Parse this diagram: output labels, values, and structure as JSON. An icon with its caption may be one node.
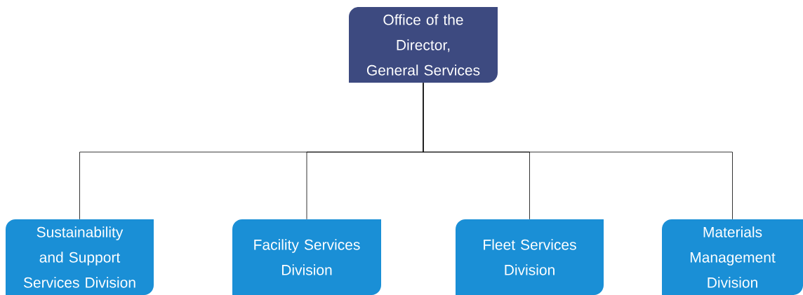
{
  "diagram": {
    "nodes": [
      {
        "text": [
          "Office of the Director, General Services"
        ]
      },
      {
        "text": [
          "Sustainability and Support Services Division"
        ]
      },
      {
        "text": [
          "Facility Services Division"
        ]
      },
      {
        "text": [
          "Fleet Services Division"
        ]
      },
      {
        "text": [
          "Materials Management Division"
        ]
      }
    ],
    "edges": [
      {
        "from": 0,
        "to": 1,
        "arrow": "none"
      },
      {
        "from": 0,
        "to": 2,
        "arrow": "none"
      },
      {
        "from": 0,
        "to": 3,
        "arrow": "none"
      },
      {
        "from": 0,
        "to": 4,
        "arrow": "none"
      }
    ]
  }
}
